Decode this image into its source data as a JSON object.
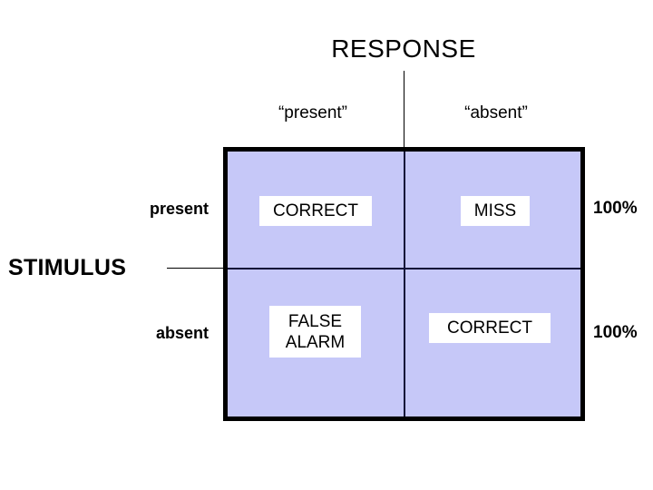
{
  "diagram": {
    "column_axis_title": "RESPONSE",
    "row_axis_title": "STIMULUS",
    "column_headers": [
      {
        "label": "“present”"
      },
      {
        "label": "“absent”"
      }
    ],
    "row_headers": [
      {
        "label": "present"
      },
      {
        "label": "absent"
      }
    ],
    "cells": [
      [
        {
          "label": "CORRECT"
        },
        {
          "label": "MISS"
        }
      ],
      [
        {
          "label": "FALSE\nALARM"
        },
        {
          "label": "CORRECT"
        }
      ]
    ],
    "row_totals": [
      {
        "label": "100%"
      },
      {
        "label": "100%"
      }
    ],
    "colors": {
      "cell_fill": "#c6c8f8",
      "border": "#000000",
      "grid_line": "#101038",
      "chip_background": "#ffffff",
      "text": "#000000"
    }
  }
}
